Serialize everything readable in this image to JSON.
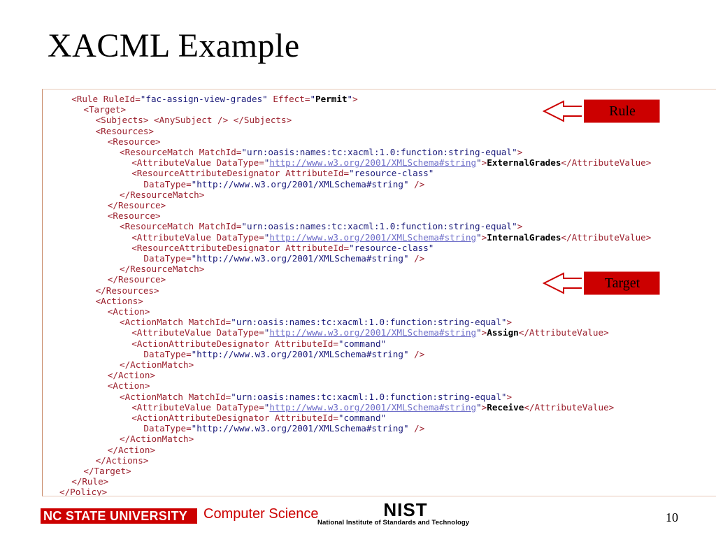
{
  "slide": {
    "title": "XACML Example",
    "page_number": "10"
  },
  "callouts": {
    "rule": "Rule",
    "target": "Target"
  },
  "colors": {
    "tag": "#9b1f2c",
    "value": "#1a1a7a",
    "link": "#6f6fc9",
    "callout_fill": "#cc0000",
    "ncsu_red": "#cc0000"
  },
  "footer": {
    "university": "NC STATE UNIVERSITY",
    "department": "Computer Science",
    "nist_mark": "NIST",
    "nist_full": "National Institute of Standards and Technology"
  },
  "code": {
    "lines": [
      {
        "indent": 1,
        "parts": [
          [
            "t",
            "<Rule "
          ],
          [
            "a",
            "RuleId"
          ],
          [
            "t",
            "="
          ],
          [
            "v",
            "\"fac-assign-view-grades\""
          ],
          [
            "t",
            " "
          ],
          [
            "a",
            "Effect"
          ],
          [
            "t",
            "="
          ],
          [
            "v",
            "\""
          ],
          [
            "b",
            "Permit"
          ],
          [
            "v",
            "\""
          ],
          [
            "t",
            ">"
          ]
        ]
      },
      {
        "indent": 2,
        "parts": [
          [
            "t",
            "<Target>"
          ]
        ]
      },
      {
        "indent": 3,
        "parts": [
          [
            "t",
            "<Subjects>"
          ],
          [
            "m",
            " "
          ],
          [
            "t",
            "<AnySubject />"
          ],
          [
            "m",
            " "
          ],
          [
            "t",
            "</Subjects>"
          ]
        ]
      },
      {
        "indent": 3,
        "parts": [
          [
            "t",
            "<Resources>"
          ]
        ]
      },
      {
        "indent": 4,
        "parts": [
          [
            "t",
            "<Resource>"
          ]
        ]
      },
      {
        "indent": 5,
        "parts": [
          [
            "t",
            "<ResourceMatch "
          ],
          [
            "a",
            "MatchId"
          ],
          [
            "t",
            "="
          ],
          [
            "v",
            "\"urn:oasis:names:tc:xacml:1.0:function:string-equal\""
          ],
          [
            "t",
            ">"
          ]
        ]
      },
      {
        "indent": 6,
        "parts": [
          [
            "t",
            "<AttributeValue "
          ],
          [
            "a",
            "DataType"
          ],
          [
            "t",
            "="
          ],
          [
            "v",
            "\""
          ],
          [
            "l",
            "http://www.w3.org/2001/XMLSchema#string"
          ],
          [
            "v",
            "\""
          ],
          [
            "t",
            ">"
          ],
          [
            "b",
            "ExternalGrades"
          ],
          [
            "t",
            "</AttributeValue>"
          ]
        ]
      },
      {
        "indent": 6,
        "parts": [
          [
            "t",
            "<ResourceAttributeDesignator "
          ],
          [
            "a",
            "AttributeId"
          ],
          [
            "t",
            "="
          ],
          [
            "v",
            "\"resource-class\""
          ]
        ]
      },
      {
        "indent": 7,
        "parts": [
          [
            "a",
            "DataType"
          ],
          [
            "t",
            "="
          ],
          [
            "v",
            "\"http://www.w3.org/2001/XMLSchema#string\""
          ],
          [
            "t",
            " />"
          ]
        ]
      },
      {
        "indent": 5,
        "parts": [
          [
            "t",
            "</ResourceMatch>"
          ]
        ]
      },
      {
        "indent": 4,
        "parts": [
          [
            "t",
            "</Resource>"
          ]
        ]
      },
      {
        "indent": 4,
        "parts": [
          [
            "t",
            "<Resource>"
          ]
        ]
      },
      {
        "indent": 5,
        "parts": [
          [
            "t",
            "<ResourceMatch "
          ],
          [
            "a",
            "MatchId"
          ],
          [
            "t",
            "="
          ],
          [
            "v",
            "\"urn:oasis:names:tc:xacml:1.0:function:string-equal\""
          ],
          [
            "t",
            ">"
          ]
        ]
      },
      {
        "indent": 6,
        "parts": [
          [
            "t",
            "<AttributeValue "
          ],
          [
            "a",
            "DataType"
          ],
          [
            "t",
            "="
          ],
          [
            "v",
            "\""
          ],
          [
            "l",
            "http://www.w3.org/2001/XMLSchema#string"
          ],
          [
            "v",
            "\""
          ],
          [
            "t",
            ">"
          ],
          [
            "b",
            "InternalGrades"
          ],
          [
            "t",
            "</AttributeValue>"
          ]
        ]
      },
      {
        "indent": 6,
        "parts": [
          [
            "t",
            "<ResourceAttributeDesignator "
          ],
          [
            "a",
            "AttributeId"
          ],
          [
            "t",
            "="
          ],
          [
            "v",
            "\"resource-class\""
          ]
        ]
      },
      {
        "indent": 7,
        "parts": [
          [
            "a",
            "DataType"
          ],
          [
            "t",
            "="
          ],
          [
            "v",
            "\"http://www.w3.org/2001/XMLSchema#string\""
          ],
          [
            "t",
            " />"
          ]
        ]
      },
      {
        "indent": 5,
        "parts": [
          [
            "t",
            "</ResourceMatch>"
          ]
        ]
      },
      {
        "indent": 4,
        "parts": [
          [
            "t",
            "</Resource>"
          ]
        ]
      },
      {
        "indent": 3,
        "parts": [
          [
            "t",
            "</Resources>"
          ]
        ]
      },
      {
        "indent": 3,
        "parts": [
          [
            "t",
            "<Actions>"
          ]
        ]
      },
      {
        "indent": 4,
        "parts": [
          [
            "t",
            "<Action>"
          ]
        ]
      },
      {
        "indent": 5,
        "parts": [
          [
            "t",
            "<ActionMatch "
          ],
          [
            "a",
            "MatchId"
          ],
          [
            "t",
            "="
          ],
          [
            "v",
            "\"urn:oasis:names:tc:xacml:1.0:function:string-equal\""
          ],
          [
            "t",
            ">"
          ]
        ]
      },
      {
        "indent": 6,
        "parts": [
          [
            "t",
            "<AttributeValue "
          ],
          [
            "a",
            "DataType"
          ],
          [
            "t",
            "="
          ],
          [
            "v",
            "\""
          ],
          [
            "l",
            "http://www.w3.org/2001/XMLSchema#string"
          ],
          [
            "v",
            "\""
          ],
          [
            "t",
            ">"
          ],
          [
            "b",
            "Assign"
          ],
          [
            "t",
            "</AttributeValue>"
          ]
        ]
      },
      {
        "indent": 6,
        "parts": [
          [
            "t",
            "<ActionAttributeDesignator "
          ],
          [
            "a",
            "AttributeId"
          ],
          [
            "t",
            "="
          ],
          [
            "v",
            "\"command\""
          ]
        ]
      },
      {
        "indent": 7,
        "parts": [
          [
            "a",
            "DataType"
          ],
          [
            "t",
            "="
          ],
          [
            "v",
            "\"http://www.w3.org/2001/XMLSchema#string\""
          ],
          [
            "t",
            " />"
          ]
        ]
      },
      {
        "indent": 5,
        "parts": [
          [
            "t",
            "</ActionMatch>"
          ]
        ]
      },
      {
        "indent": 4,
        "parts": [
          [
            "t",
            "</Action>"
          ]
        ]
      },
      {
        "indent": 4,
        "parts": [
          [
            "t",
            "<Action>"
          ]
        ]
      },
      {
        "indent": 5,
        "parts": [
          [
            "t",
            "<ActionMatch "
          ],
          [
            "a",
            "MatchId"
          ],
          [
            "t",
            "="
          ],
          [
            "v",
            "\"urn:oasis:names:tc:xacml:1.0:function:string-equal\""
          ],
          [
            "t",
            ">"
          ]
        ]
      },
      {
        "indent": 6,
        "parts": [
          [
            "t",
            "<AttributeValue "
          ],
          [
            "a",
            "DataType"
          ],
          [
            "t",
            "="
          ],
          [
            "v",
            "\""
          ],
          [
            "l",
            "http://www.w3.org/2001/XMLSchema#string"
          ],
          [
            "v",
            "\""
          ],
          [
            "t",
            ">"
          ],
          [
            "b",
            "Receive"
          ],
          [
            "t",
            "</AttributeValue>"
          ]
        ]
      },
      {
        "indent": 6,
        "parts": [
          [
            "t",
            "<ActionAttributeDesignator "
          ],
          [
            "a",
            "AttributeId"
          ],
          [
            "t",
            "="
          ],
          [
            "v",
            "\"command\""
          ]
        ]
      },
      {
        "indent": 7,
        "parts": [
          [
            "a",
            "DataType"
          ],
          [
            "t",
            "="
          ],
          [
            "v",
            "\"http://www.w3.org/2001/XMLSchema#string\""
          ],
          [
            "t",
            " />"
          ]
        ]
      },
      {
        "indent": 5,
        "parts": [
          [
            "t",
            "</ActionMatch>"
          ]
        ]
      },
      {
        "indent": 4,
        "parts": [
          [
            "t",
            "</Action>"
          ]
        ]
      },
      {
        "indent": 3,
        "parts": [
          [
            "t",
            "</Actions>"
          ]
        ]
      },
      {
        "indent": 2,
        "parts": [
          [
            "t",
            "</Target>"
          ]
        ]
      },
      {
        "indent": 1,
        "parts": [
          [
            "t",
            "</Rule>"
          ]
        ]
      },
      {
        "indent": 0,
        "parts": [
          [
            "t",
            "</Policy>"
          ]
        ]
      }
    ]
  }
}
